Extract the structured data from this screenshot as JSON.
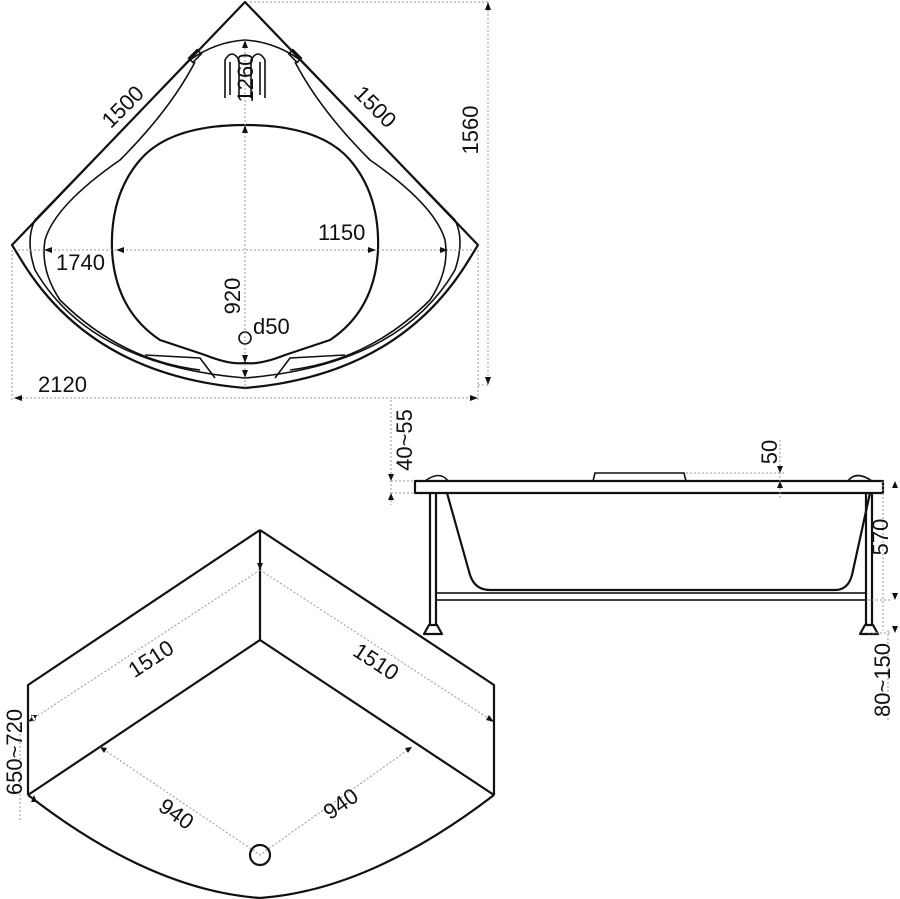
{
  "colors": {
    "line": "#111111",
    "dimension": "#999999",
    "background": "#ffffff"
  },
  "top_view": {
    "side_left": "1500",
    "side_right": "1500",
    "headrest_depth": "1260",
    "inner_width": "1740",
    "basin_width": "1150",
    "basin_depth": "920",
    "drain": "d50",
    "overall_width": "2120",
    "overall_depth": "1560"
  },
  "side_view": {
    "rim_thickness": "40~55",
    "headrest_height": "50",
    "bath_height": "570",
    "leg_height": "80~150"
  },
  "panel_view": {
    "side_left": "1510",
    "side_right": "1510",
    "front_left": "940",
    "front_right": "940",
    "panel_height": "650~720"
  }
}
